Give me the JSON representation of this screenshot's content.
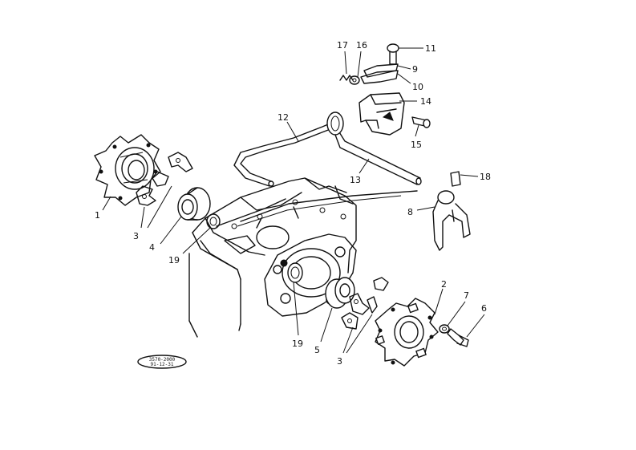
{
  "callouts": {
    "c1": "1",
    "c2": "2",
    "c3a": "3",
    "c3b": "3",
    "c4": "4",
    "c5": "5",
    "c6": "6",
    "c7": "7",
    "c8": "8",
    "c9": "9",
    "c10": "10",
    "c11": "11",
    "c12": "12",
    "c13": "13",
    "c14": "14",
    "c15": "15",
    "c16": "16",
    "c17": "17",
    "c18": "18",
    "c19a": "19",
    "c19b": "19"
  },
  "stamp": {
    "line1": "3570-2000",
    "line2": "91-12-31"
  }
}
